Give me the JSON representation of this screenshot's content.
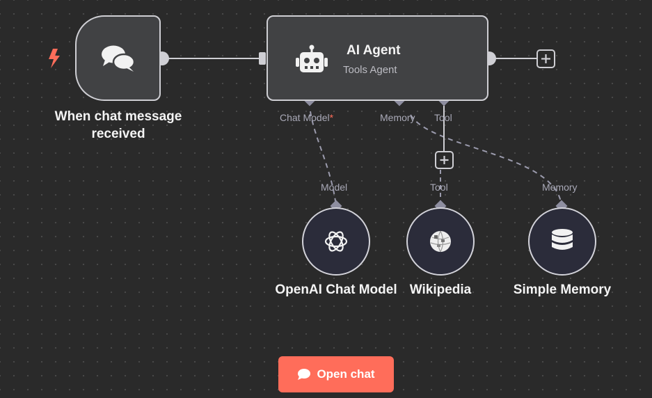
{
  "canvas": {
    "background": "#2a2a2a",
    "accent_color": "#ff6d5a",
    "open_chat_button": {
      "label": "Open chat",
      "icon": "chat-bubble-icon"
    }
  },
  "nodes": {
    "trigger": {
      "label": "When chat message received",
      "icon": "chat-bubbles-icon",
      "badge_icon": "lightning-bolt-icon"
    },
    "agent": {
      "title": "AI Agent",
      "subtitle": "Tools Agent",
      "icon": "robot-icon",
      "ports": {
        "chat_model": "Chat Model",
        "chat_model_required_marker": "*",
        "memory": "Memory",
        "tool": "Tool"
      }
    },
    "openai": {
      "label": "OpenAI Chat Model",
      "port_label": "Model",
      "icon": "openai-icon"
    },
    "wikipedia": {
      "label": "Wikipedia",
      "port_label": "Tool",
      "icon": "wikipedia-globe-icon"
    },
    "memory": {
      "label": "Simple Memory",
      "port_label": "Memory",
      "icon": "database-icon"
    }
  }
}
